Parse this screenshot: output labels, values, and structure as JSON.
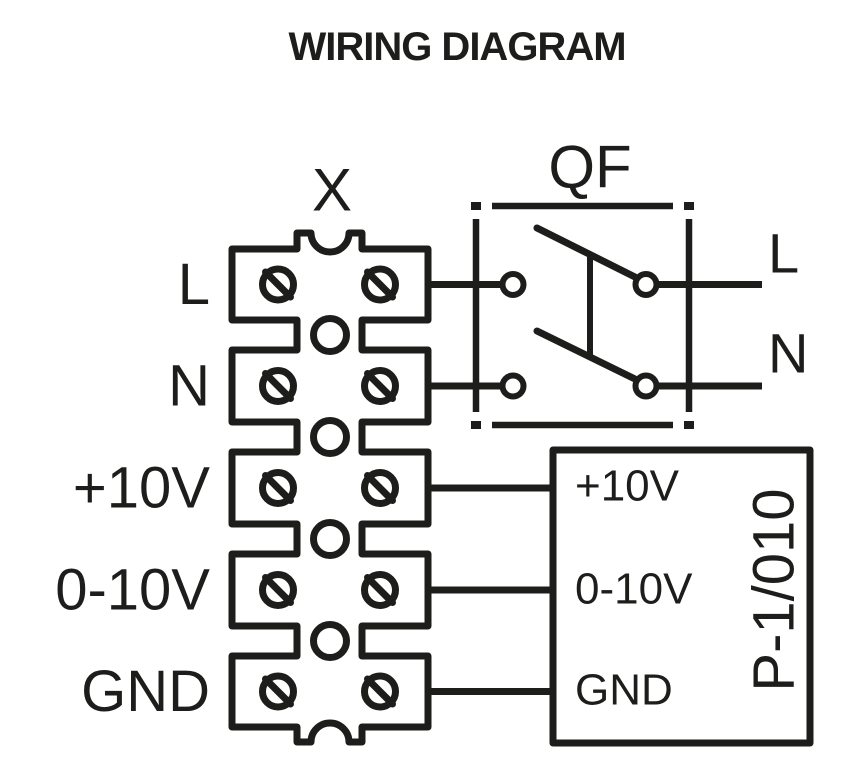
{
  "title": "WIRING DIAGRAM",
  "colors": {
    "line": "#1d1d1b",
    "background": "#ffffff"
  },
  "terminal_block": {
    "label": "X",
    "rows": [
      {
        "label": "L"
      },
      {
        "label": "N"
      },
      {
        "label": "+10V"
      },
      {
        "label": "0-10V"
      },
      {
        "label": "GND"
      }
    ]
  },
  "breaker": {
    "label": "QF",
    "outputs": [
      {
        "label": "L"
      },
      {
        "label": "N"
      }
    ]
  },
  "device": {
    "name": "P-1/010",
    "ports": [
      {
        "label": "+10V"
      },
      {
        "label": "0-10V"
      },
      {
        "label": "GND"
      }
    ]
  }
}
